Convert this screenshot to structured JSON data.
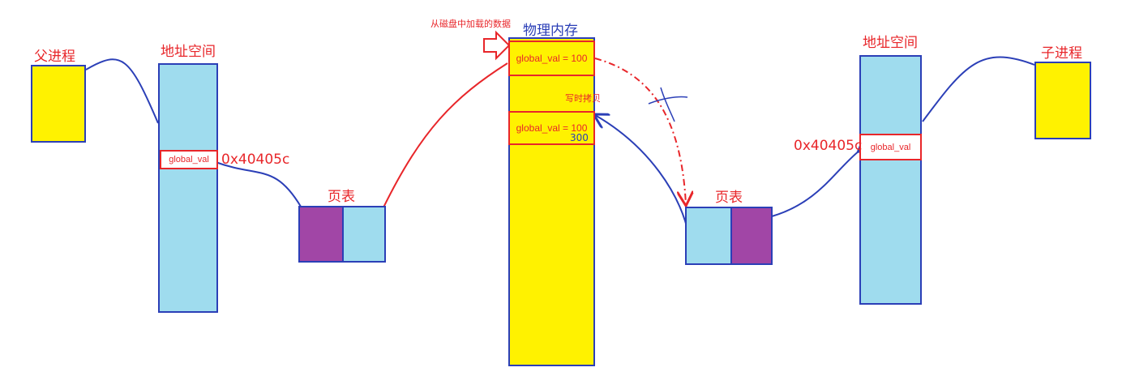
{
  "parent_process": {
    "label": "父进程"
  },
  "child_process": {
    "label": "子进程"
  },
  "parent_address_space": {
    "label": "地址空间",
    "variable": "global_val",
    "address": "0x40405c"
  },
  "child_address_space": {
    "label": "地址空间",
    "variable": "global_val",
    "address": "0x40405c"
  },
  "parent_page_table": {
    "label": "页表"
  },
  "child_page_table": {
    "label": "页表"
  },
  "physical_memory": {
    "label": "物理内存",
    "disk_load_label": "从磁盘中加载的数据",
    "original_cell": "global_val = 100",
    "copy_on_write_label": "写时拷贝",
    "copied_cell": "global_val = 100",
    "new_value": "300"
  },
  "colors": {
    "process": "#fff200",
    "address_space": "#9fdcee",
    "page_table_left": "#a146a6",
    "outline": "#2b3fb7",
    "annotation": "#e8262a"
  }
}
